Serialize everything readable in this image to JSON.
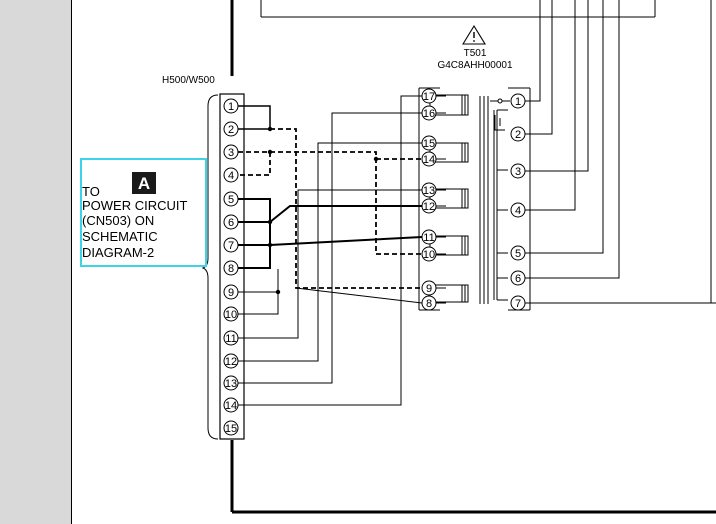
{
  "connector": {
    "name": "H500/W500",
    "pins": [
      "1",
      "2",
      "3",
      "4",
      "5",
      "6",
      "7",
      "8",
      "9",
      "10",
      "11",
      "12",
      "13",
      "14",
      "15"
    ]
  },
  "transformer": {
    "ref": "T501",
    "part": "G4C8AHH00001",
    "left_pins": [
      "17",
      "16",
      "15",
      "14",
      "13",
      "12",
      "11",
      "10",
      "9",
      "8"
    ],
    "right_pins": [
      "1",
      "2",
      "3",
      "4",
      "5",
      "6",
      "7"
    ]
  },
  "note_box": {
    "marker": "A",
    "lines": [
      "TO",
      "POWER CIRCUIT",
      "(CN503) ON",
      "SCHEMATIC",
      "DIAGRAM-2"
    ]
  },
  "colors": {
    "sidebar": "#d9d9d9",
    "note_border": "#3fd3e6",
    "wire": "#000000"
  }
}
